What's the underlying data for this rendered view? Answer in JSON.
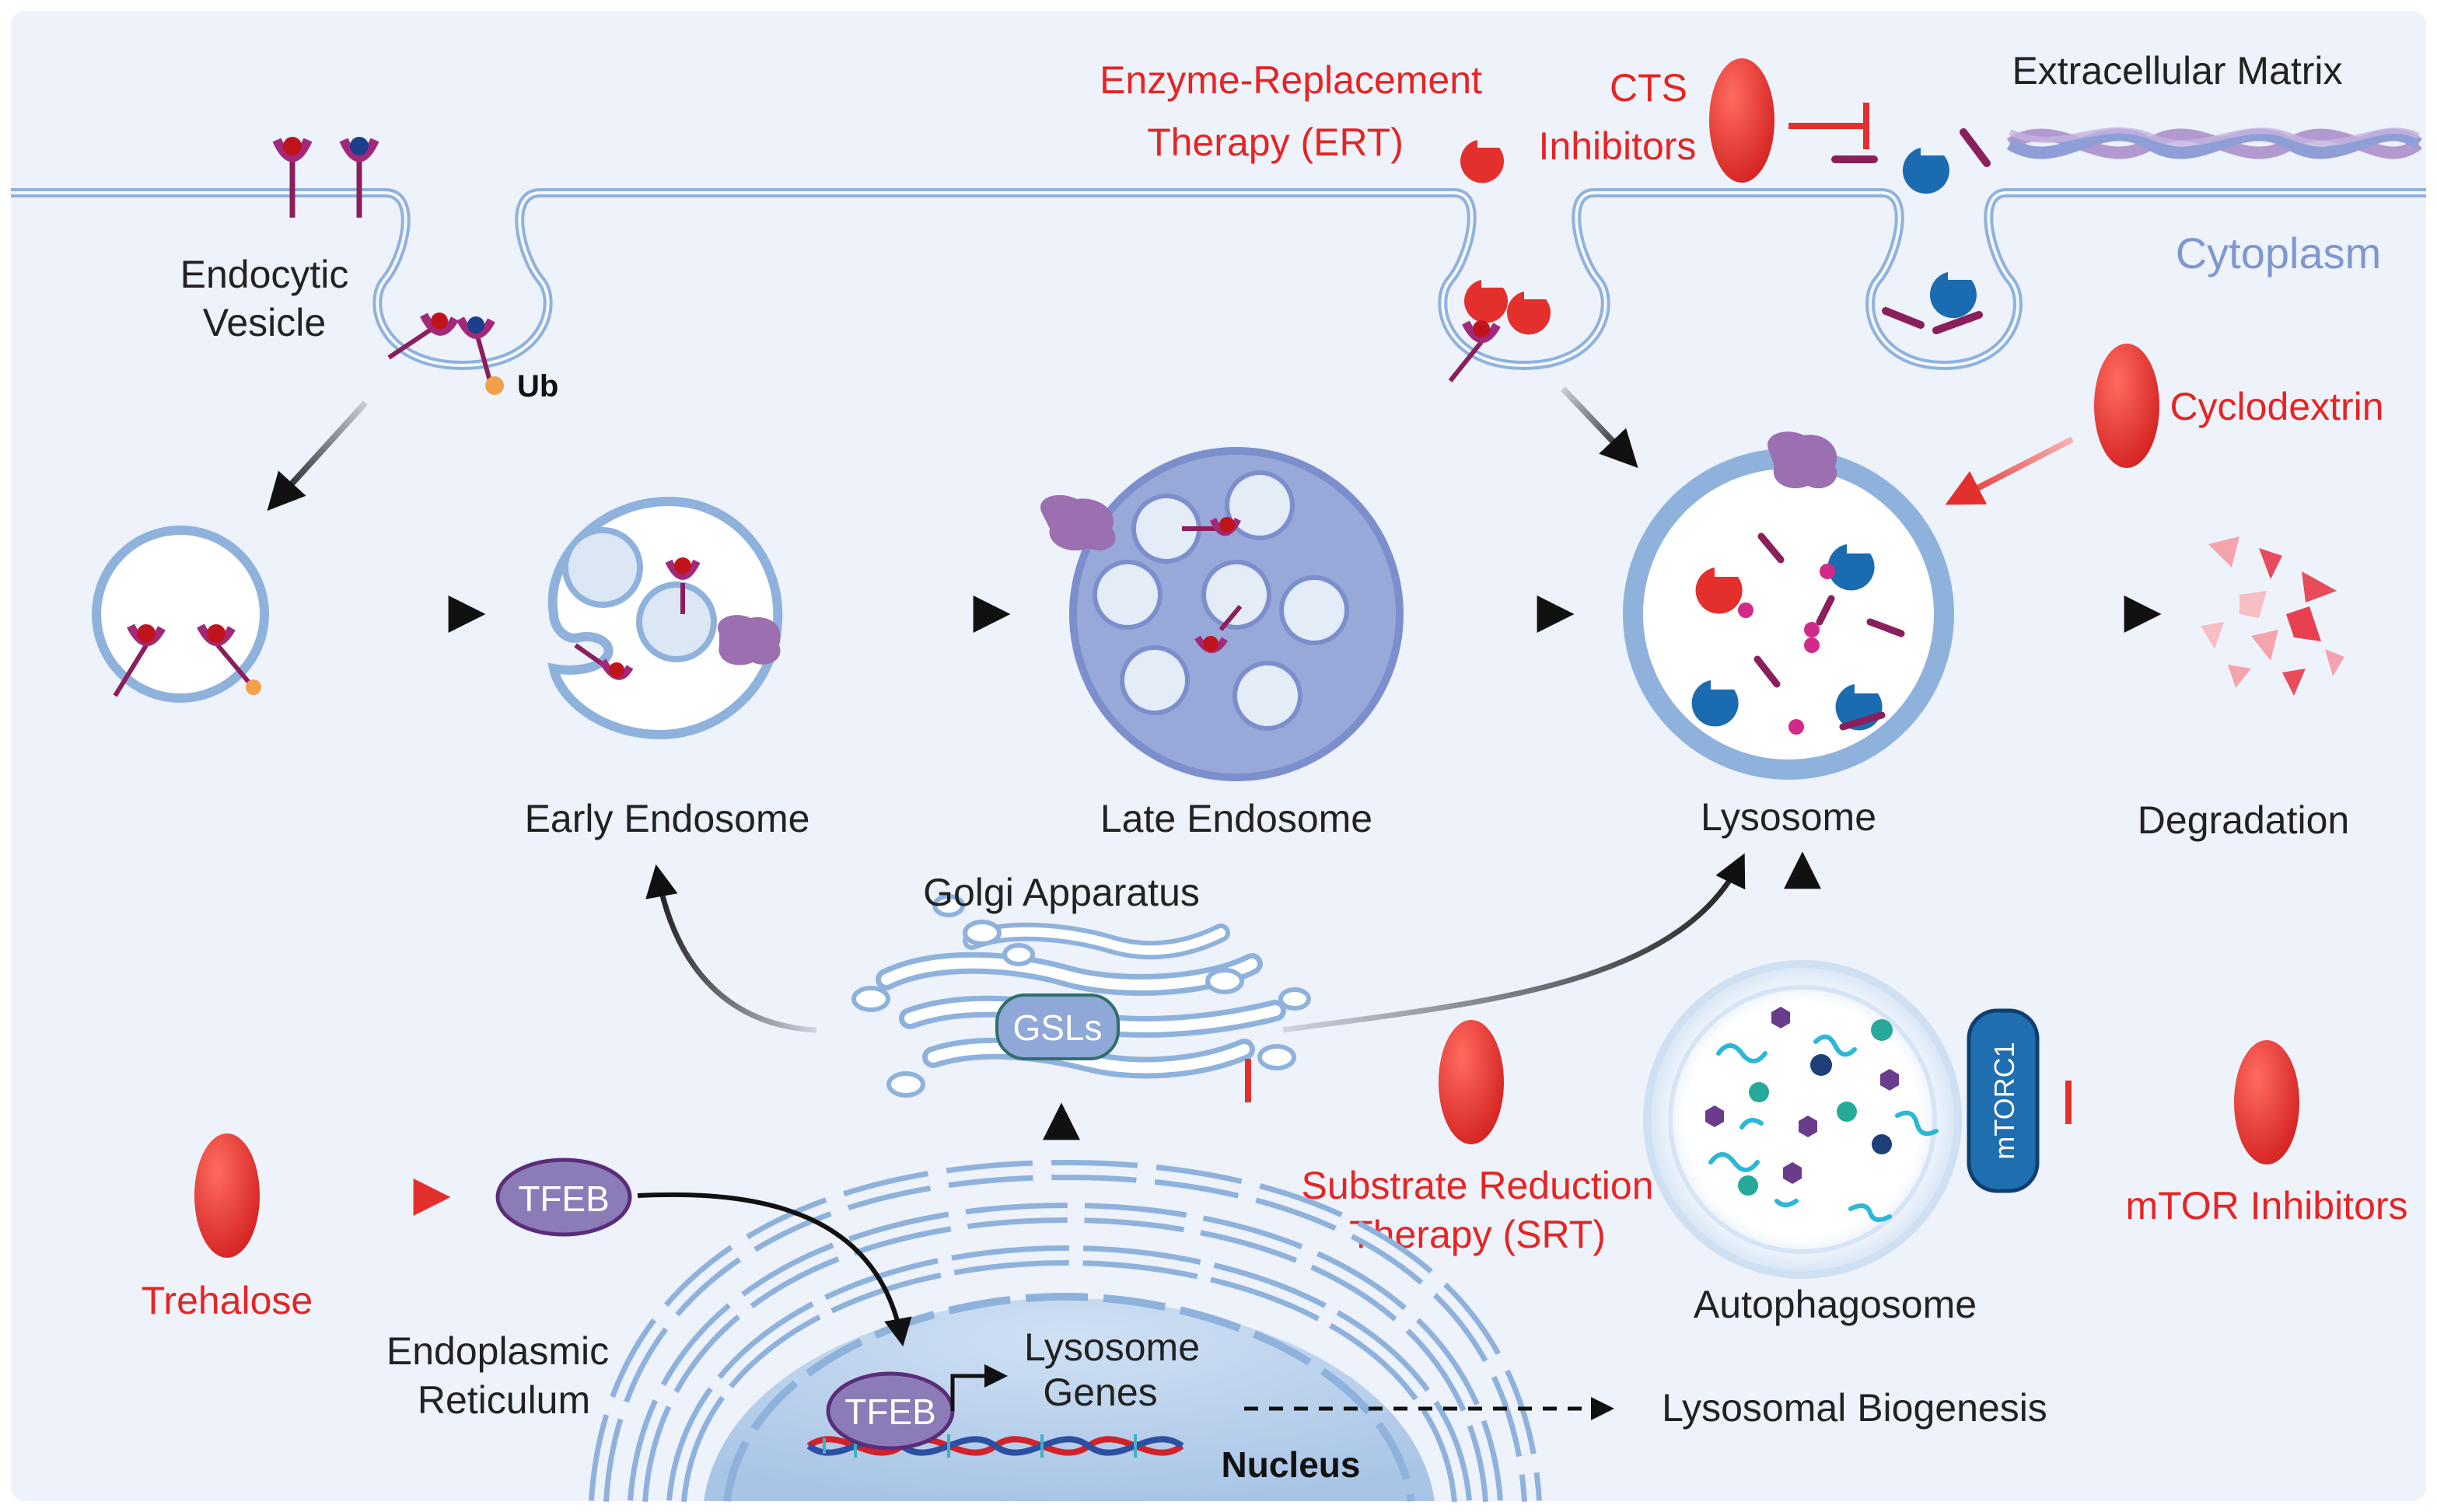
{
  "labels": {
    "extracellular_matrix": "Extracellular Matrix",
    "cytoplasm": "Cytoplasm",
    "endocytic_vesicle_line1": "Endocytic",
    "endocytic_vesicle_line2": "Vesicle",
    "ub": "Ub",
    "early_endosome": "Early Endosome",
    "late_endosome": "Late Endosome",
    "lysosome": "Lysosome",
    "degradation": "Degradation",
    "golgi_apparatus": "Golgi Apparatus",
    "gsls": "GSLs",
    "tfeb": "TFEB",
    "tfeb_nucleus": "TFEB",
    "er_line1": "Endoplasmic",
    "er_line2": "Reticulum",
    "lysosome_genes_line1": "Lysosome",
    "lysosome_genes_line2": "Genes",
    "nucleus": "Nucleus",
    "lysosomal_biogenesis": "Lysosomal Biogenesis",
    "autophagosome": "Autophagosome",
    "mtorc1": "mTORC1"
  },
  "therapies": {
    "ert_line1": "Enzyme-Replacement",
    "ert_line2": "Therapy (ERT)",
    "cts_line1": "CTS",
    "cts_line2": "Inhibitors",
    "cyclodextrin": "Cyclodextrin",
    "trehalose": "Trehalose",
    "srt_line1": "Substrate Reduction",
    "srt_line2": "Therapy (SRT)",
    "mtor_inhibitors": "mTOR Inhibitors"
  },
  "colors": {
    "background": "#eef3fb",
    "membrane": "#8fb2dd",
    "drug_red": "#e3302d",
    "therapy_text": "#e62424",
    "enzyme_blue": "#1b6bb0",
    "receptor_purple": "#a2297a",
    "protein_purple": "#9b6fb0",
    "late_endosome_fill": "#98a9d9",
    "tfeb_fill": "#8b7cb8",
    "mtorc1_fill": "#1f6fb0"
  }
}
